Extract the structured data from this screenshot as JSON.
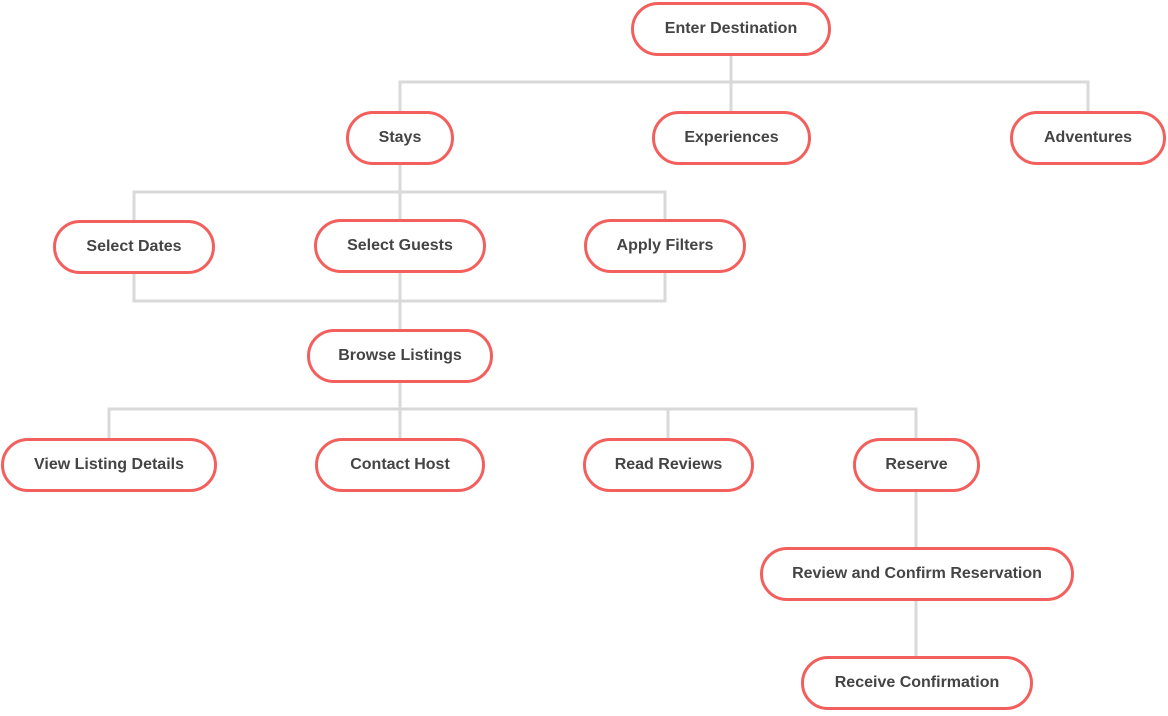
{
  "colors": {
    "accent": "#f25f5c",
    "line": "#d9d9d9",
    "text": "#444444"
  },
  "nodes": {
    "enter_destination": "Enter Destination",
    "stays": "Stays",
    "experiences": "Experiences",
    "adventures": "Adventures",
    "select_dates": "Select Dates",
    "select_guests": "Select Guests",
    "apply_filters": "Apply Filters",
    "browse_listings": "Browse Listings",
    "view_listing_details": "View Listing Details",
    "contact_host": "Contact Host",
    "read_reviews": "Read Reviews",
    "reserve": "Reserve",
    "review_confirm": "Review and Confirm Reservation",
    "receive_confirmation": "Receive Confirmation"
  }
}
